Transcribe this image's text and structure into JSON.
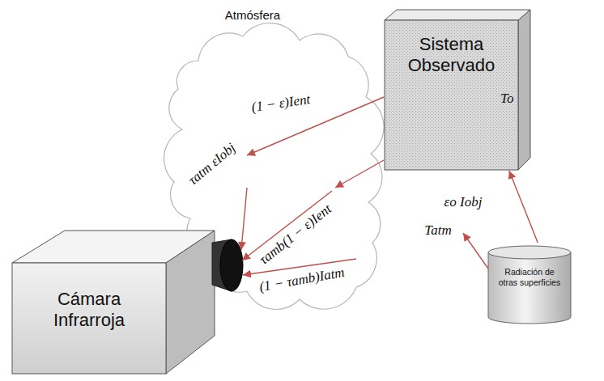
{
  "diagram": {
    "nodes": [
      {
        "text": [
          "Sistema Observado",
          "To"
        ]
      },
      {
        "text": [
          "Cámara Infrarroja"
        ]
      },
      {
        "text": [
          "Radiación de otras superficies"
        ]
      }
    ],
    "edges": [
      {
        "from": 2,
        "to": 0,
        "arrow": "to"
      }
    ],
    "labels": [
      "Atmósfera",
      "(1 − ε)Ient",
      "τatm εIobj",
      "τamb(1 − ε)Ient",
      "(1 − τamb)Iatm",
      "εo Iobj",
      "Tatm"
    ]
  }
}
